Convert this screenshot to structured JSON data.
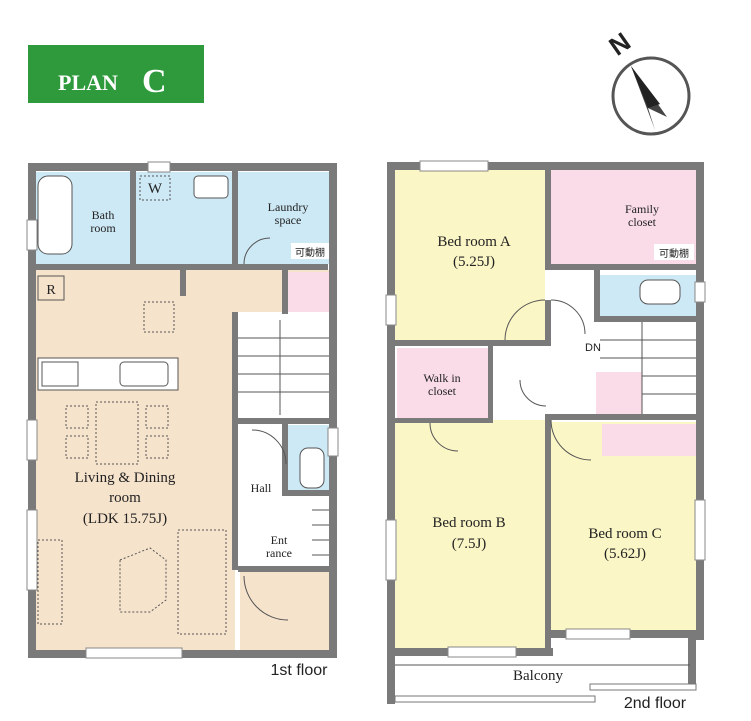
{
  "plan_badge": {
    "text_small": "PLAN",
    "text_big": "C",
    "color": "#2e9a3c"
  },
  "compass": {
    "label": "N"
  },
  "floor1": {
    "caption": "1st floor",
    "bath": {
      "line1": "Bath",
      "line2": "room"
    },
    "washroom_mark": "W",
    "laundry": {
      "line1": "Laundry",
      "line2": "space"
    },
    "shelf_note": "可動棚",
    "fridge_mark": "R",
    "living": {
      "line1": "Living & Dining",
      "line2": "room",
      "line3": "(LDK 15.75J)"
    },
    "hall": "Hall",
    "entrance": {
      "line1": "Ent",
      "line2": "rance"
    }
  },
  "floor2": {
    "caption": "2nd floor",
    "bedroom_a": {
      "line1": "Bed room A",
      "line2": "(5.25J)"
    },
    "family_closet": {
      "line1": "Family",
      "line2": "closet"
    },
    "shelf_note": "可動棚",
    "stair_dn": "DN",
    "walkin": {
      "line1": "Walk in",
      "line2": "closet"
    },
    "bedroom_b": {
      "line1": "Bed room B",
      "line2": "(7.5J)"
    },
    "bedroom_c": {
      "line1": "Bed room C",
      "line2": "(5.62J)"
    },
    "balcony": "Balcony"
  },
  "colors": {
    "ldk": "#f6e3cc",
    "wet": "#cde9f5",
    "bedroom": "#fbf6c6",
    "closet": "#f9dce8",
    "wall": "#7a7a7a"
  }
}
